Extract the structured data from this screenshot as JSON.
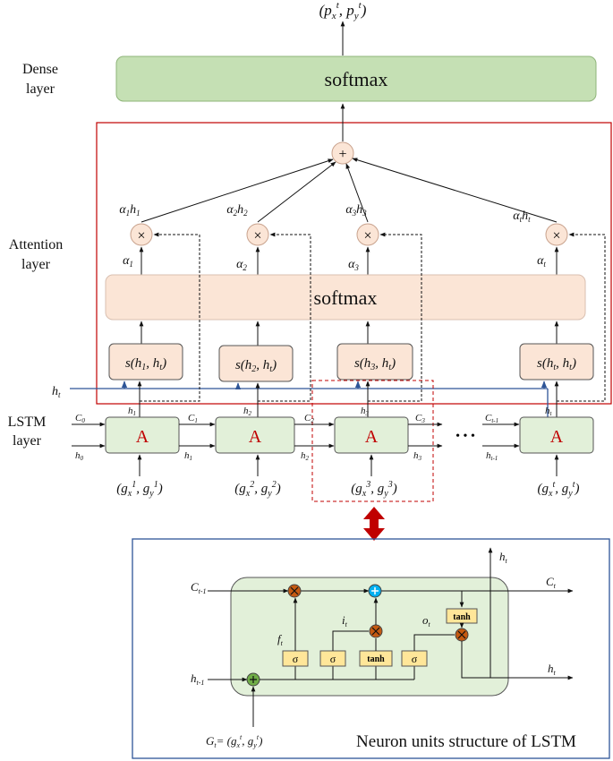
{
  "output_label": "(p_x^t, p_y^t)",
  "dense": {
    "side_label_1": "Dense",
    "side_label_2": "layer",
    "box_text": "softmax"
  },
  "attention": {
    "side_label_1": "Attention",
    "side_label_2": "layer",
    "softmax_text": "softmax",
    "plus_symbol": "+",
    "times_symbol": "×",
    "weighted": [
      {
        "a": "α",
        "as": "1",
        "h": "h",
        "hs": "1"
      },
      {
        "a": "α",
        "as": "2",
        "h": "h",
        "hs": "2"
      },
      {
        "a": "α",
        "as": "3",
        "h": "h",
        "hs": "3"
      },
      {
        "a": "α",
        "as": "t",
        "h": "h",
        "hs": "t"
      }
    ],
    "alphas": [
      {
        "a": "α",
        "s": "1"
      },
      {
        "a": "α",
        "s": "2"
      },
      {
        "a": "α",
        "s": "3"
      },
      {
        "a": "α",
        "s": "t"
      }
    ],
    "scores": [
      {
        "pre": "s(h",
        "i": "1",
        "mid": ", h",
        "j": "t",
        "post": ")"
      },
      {
        "pre": "s(h",
        "i": "2",
        "mid": ", h",
        "j": "t",
        "post": ")"
      },
      {
        "pre": "s(h",
        "i": "3",
        "mid": ", h",
        "j": "t",
        "post": ")"
      },
      {
        "pre": "s(h",
        "i": "t",
        "mid": ", h",
        "j": "t",
        "post": ")"
      }
    ],
    "ht_label": {
      "b": "h",
      "s": "t"
    }
  },
  "lstm": {
    "side_label_1": "LSTM",
    "side_label_2": "layer",
    "cell_letter": "A",
    "ellipsis": "• • •",
    "inputs": [
      {
        "pre": "(g",
        "s1": "x",
        "p1": "1",
        "mid": ", g",
        "s2": "y",
        "p2": "1",
        "post": ")"
      },
      {
        "pre": "(g",
        "s1": "x",
        "p1": "2",
        "mid": ", g",
        "s2": "y",
        "p2": "2",
        "post": ")"
      },
      {
        "pre": "(g",
        "s1": "x",
        "p1": "3",
        "mid": ", g",
        "s2": "y",
        "p2": "3",
        "post": ")"
      },
      {
        "pre": "(g",
        "s1": "x",
        "p1": "t",
        "mid": ", g",
        "s2": "y",
        "p2": "t",
        "post": ")"
      }
    ],
    "c_labels": [
      {
        "b": "C",
        "s": "0"
      },
      {
        "b": "C",
        "s": "1"
      },
      {
        "b": "C",
        "s": "2"
      },
      {
        "b": "C",
        "s": "3"
      },
      {
        "b": "C",
        "s": "t-1"
      }
    ],
    "h_labels": [
      {
        "b": "h",
        "s": "0"
      },
      {
        "b": "h",
        "s": "1"
      },
      {
        "b": "h",
        "s": "2"
      },
      {
        "b": "h",
        "s": "3"
      },
      {
        "b": "h",
        "s": "t-1"
      }
    ],
    "h_up_labels": [
      {
        "b": "h",
        "s": "1"
      },
      {
        "b": "h",
        "s": "2"
      },
      {
        "b": "h",
        "s": "3"
      },
      {
        "b": "h",
        "s": "t"
      }
    ]
  },
  "neuron": {
    "title": "Neuron units structure of LSTM",
    "c_in": {
      "b": "C",
      "s": "t-1"
    },
    "c_out": {
      "b": "C",
      "s": "t"
    },
    "h_in": {
      "b": "h",
      "s": "t-1"
    },
    "h_out": {
      "b": "h",
      "s": "t"
    },
    "h_top": {
      "b": "h",
      "s": "t"
    },
    "ft": {
      "b": "f",
      "s": "t"
    },
    "it": {
      "b": "i",
      "s": "t"
    },
    "ot": {
      "b": "o",
      "s": "t"
    },
    "sigma": "σ",
    "tanh": "tanh",
    "gt": {
      "pre": "G",
      "s": "t",
      "eq": "= (g",
      "s1": "x",
      "p1": "t",
      "mid": ", g",
      "s2": "y",
      "p2": "t",
      "post": ")"
    }
  },
  "colors": {
    "dense_fill": "#c5e0b4",
    "softmax_fill": "#fbe5d6",
    "score_fill": "#fbe5d6",
    "lstm_fill": "#e2f0d9",
    "attention_border": "#c00000",
    "neuron_border": "#2e5597",
    "ht_line": "#2e5597",
    "arrow_red": "#c00000",
    "op_orange": "#c55a11",
    "op_blue": "#00b0f0",
    "op_green": "#70ad47",
    "gate_fill": "#ffe699"
  }
}
